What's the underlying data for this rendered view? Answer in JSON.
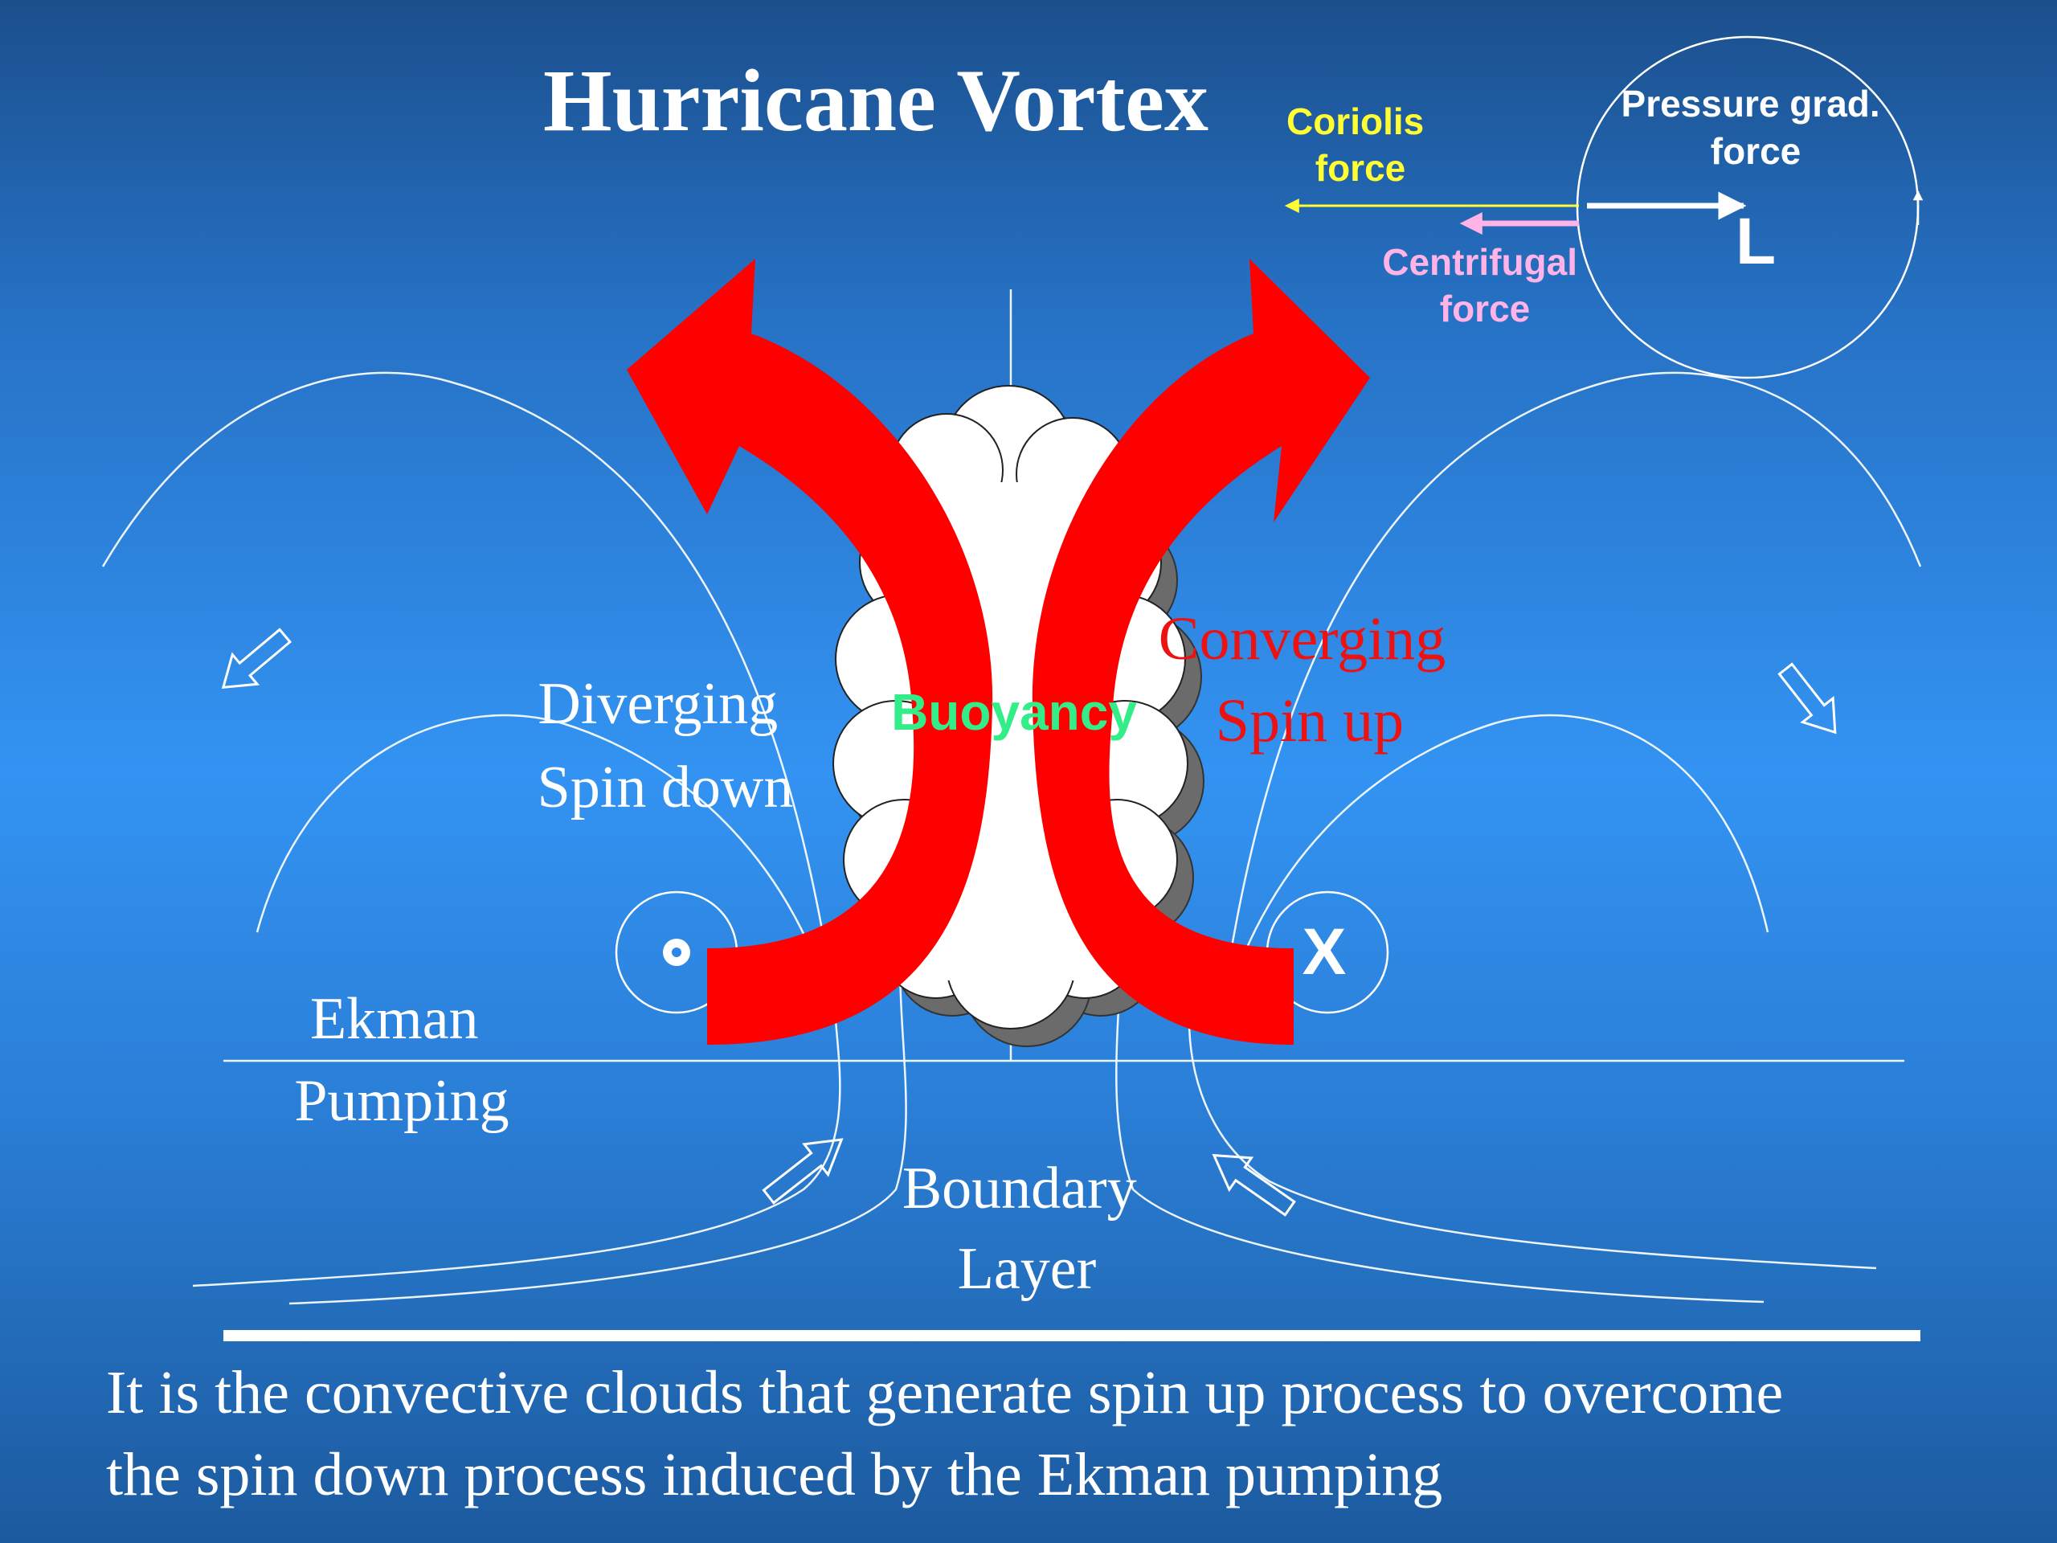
{
  "title": "Hurricane Vortex",
  "forces": {
    "coriolis": [
      "Coriolis",
      "force"
    ],
    "pressure": [
      "Pressure grad.",
      "force"
    ],
    "centrifugal": [
      "Centrifugal",
      "force"
    ],
    "low_marker": "L"
  },
  "labels": {
    "diverging": [
      "Diverging",
      "Spin down"
    ],
    "converging": [
      "Converging",
      "Spin up"
    ],
    "buoyancy": "Buoyancy",
    "ekman": [
      "Ekman",
      "Pumping"
    ],
    "boundary": [
      "Boundary",
      "Layer"
    ],
    "out_of_page": "•",
    "into_page": "X"
  },
  "caption": [
    "It is the convective clouds that generate spin up process to overcome",
    "the spin down process  induced by the Ekman pumping"
  ],
  "colors": {
    "coriolis": "#ffff33",
    "centrifugal": "#ffb3e6",
    "converging": "#ee1111",
    "buoyancy": "#33ee88",
    "arrows": "#ff0000"
  }
}
